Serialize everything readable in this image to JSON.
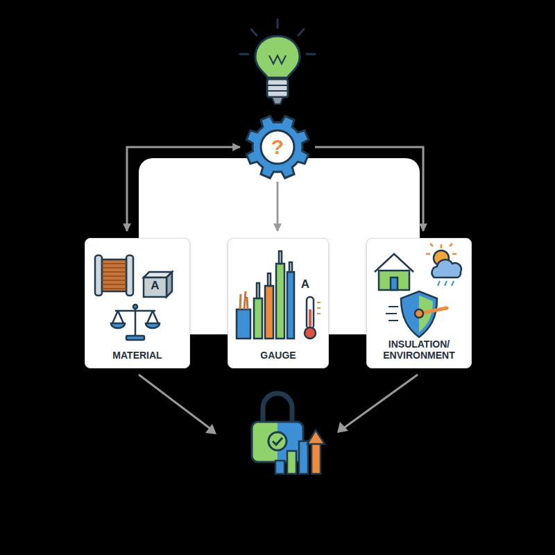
{
  "diagram": {
    "nodes": [
      {
        "text": [
          "?"
        ]
      },
      {
        "text": [
          "MATERIAL"
        ]
      },
      {
        "text": [
          "GAUGE"
        ]
      },
      {
        "text": [
          "INSULATION/ ENVIRONMENT"
        ]
      }
    ],
    "edges": [
      {
        "from": 0,
        "to": 1,
        "arrow": "both"
      },
      {
        "from": 0,
        "to": 2,
        "arrow": "to"
      },
      {
        "from": 0,
        "to": 3,
        "arrow": "to"
      }
    ],
    "labels": [
      "A",
      "A"
    ]
  }
}
